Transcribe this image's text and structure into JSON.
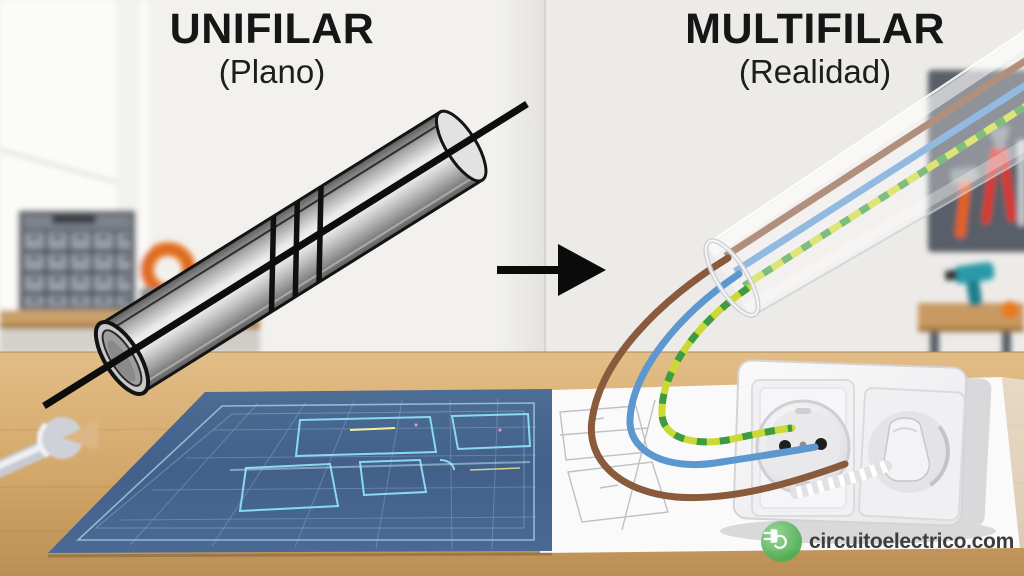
{
  "header": {
    "left": {
      "title": "UNIFILAR",
      "subtitle": "(Plano)"
    },
    "right": {
      "title": "MULTIFILAR",
      "subtitle": "(Realidad)"
    }
  },
  "watermark": {
    "text": "circuitoelectrico.com",
    "icon": "plug-logo-icon"
  },
  "colors": {
    "brand_green": "#4fae52",
    "title_text": "#161616",
    "watermark_text": "#3d3d3d",
    "wire_brown": "#8a5a3d",
    "wire_blue": "#5d97cf",
    "wire_earth_yellow": "#cbd934",
    "wire_earth_green": "#3f9b42",
    "blueprint_blue": "#46658c",
    "blueprint_lines": "#8fe0f5",
    "desk_wood": "#d3a76a",
    "wall_left": "#f2f1ee",
    "wall_right": "#edebe8",
    "conduit_gray": "#c9c9c9",
    "diagram_line_black": "#0d0d0d",
    "socket_white": "#f4f4f6",
    "tool_red": "#e33022",
    "tool_orange": "#e87428",
    "drill_teal": "#2a9aa8"
  }
}
